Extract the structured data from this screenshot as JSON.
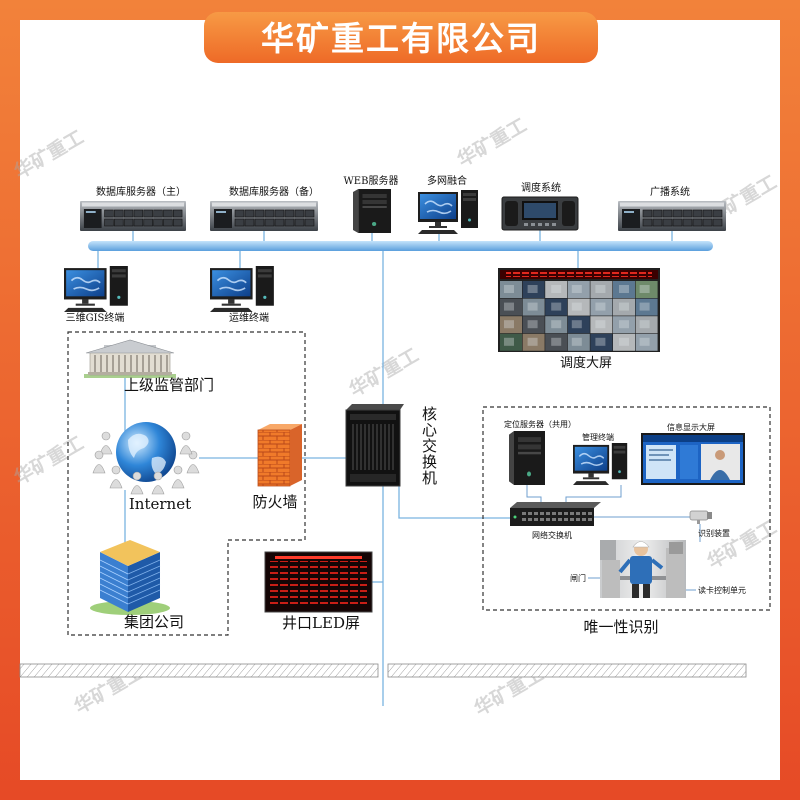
{
  "banner": {
    "title": "华矿重工有限公司"
  },
  "watermark": "华矿重工",
  "colors": {
    "brand": "#ee6a27",
    "bus": "#5b9fdc"
  },
  "nodes": {
    "db_main": "数据库服务器（主）",
    "db_backup": "数据库服务器（备）",
    "web_server": "WEB服务器",
    "multi_network": "多网融合",
    "dispatch_system": "调度系统",
    "broadcast_system": "广播系统",
    "gis_terminal": "三维GIS终端",
    "ops_terminal": "运维终端",
    "dispatch_wall": "调度大屏",
    "supervision_dept": "上级监管部门",
    "internet": "Internet",
    "firewall": "防火墙",
    "group_company": "集团公司",
    "core_switch": "核心交换机",
    "led_screen": "井口LED屏"
  },
  "identification": {
    "title": "唯一性识别",
    "positioning_server": "定位服务器（共用）",
    "management_terminal": "管理终端",
    "info_display": "信息显示大屏",
    "network_switch": "网络交换机",
    "recognition_device": "识别装置",
    "gate": "闸门",
    "card_reader": "读卡控制单元"
  }
}
